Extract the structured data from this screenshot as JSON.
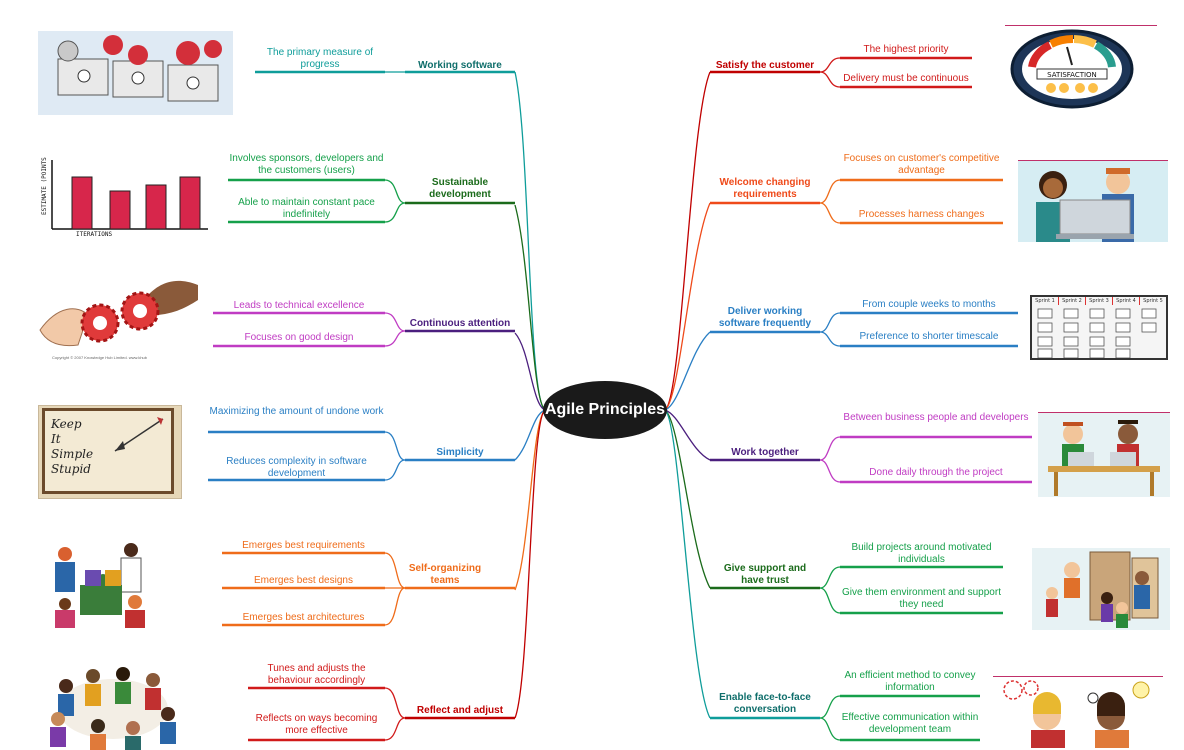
{
  "central": {
    "title": "Agile Principles"
  },
  "colors": {
    "teal": "#0f9d9a",
    "darkgreen": "#1b6b1b",
    "green": "#15a04a",
    "purple": "#4b1f7e",
    "magenta": "#c03cc3",
    "blue": "#2a7fc4",
    "orange": "#ef6c1a",
    "red": "#d11a1a",
    "darkred": "#c00000"
  },
  "left": [
    {
      "label": "Working software",
      "subs": [
        "The primary measure of progress"
      ]
    },
    {
      "label": "Sustainable development",
      "subs": [
        "Involves sponsors, developers and the customers (users)",
        "Able to maintain constant pace indefinitely"
      ]
    },
    {
      "label": "Continuous attention",
      "subs": [
        "Leads to technical excellence",
        "Focuses on good design"
      ]
    },
    {
      "label": "Simplicity",
      "subs": [
        "Maximizing the amount of undone work",
        "Reduces complexity in software development"
      ]
    },
    {
      "label": "Self-organizing teams",
      "subs": [
        "Emerges best requirements",
        "Emerges best designs",
        "Emerges best architectures"
      ]
    },
    {
      "label": "Reflect and adjust",
      "subs": [
        "Tunes and adjusts the behaviour accordingly",
        "Reflects on ways becoming more effective"
      ]
    }
  ],
  "right": [
    {
      "label": "Satisfy the customer",
      "subs": [
        "The highest priority",
        "Delivery must be continuous"
      ]
    },
    {
      "label": "Welcome changing requirements",
      "subs": [
        "Focuses on customer's competitive advantage",
        "Processes harness changes"
      ]
    },
    {
      "label": "Deliver working software frequently",
      "subs": [
        "From couple weeks to months",
        "Preference to shorter timescale"
      ]
    },
    {
      "label": "Work together",
      "subs": [
        "Between business people and developers",
        "Done daily through the project"
      ]
    },
    {
      "label": "Give support and have trust",
      "subs": [
        "Build projects around motivated individuals",
        "Give them environment and support they need"
      ]
    },
    {
      "label": "Enable face-to-face conversation",
      "subs": [
        "An efficient method to convey information",
        "Effective communication within development team"
      ]
    }
  ],
  "images": {
    "satisfaction_gauge_text": "SATISFACTION",
    "burndown_ylabel": "ESTIMATE (POINTS",
    "burndown_xlabel": "ITERATIONS",
    "kiss_words": [
      "Keep",
      "It",
      "Simple",
      "Stupid"
    ],
    "sprint_headers": [
      "Sprint 1",
      "Sprint 2",
      "Sprint 3",
      "Sprint 4",
      "Sprint 5"
    ],
    "gears_caption": "Copyright © 2007 Knowledge Hub Limited. www.khub"
  }
}
